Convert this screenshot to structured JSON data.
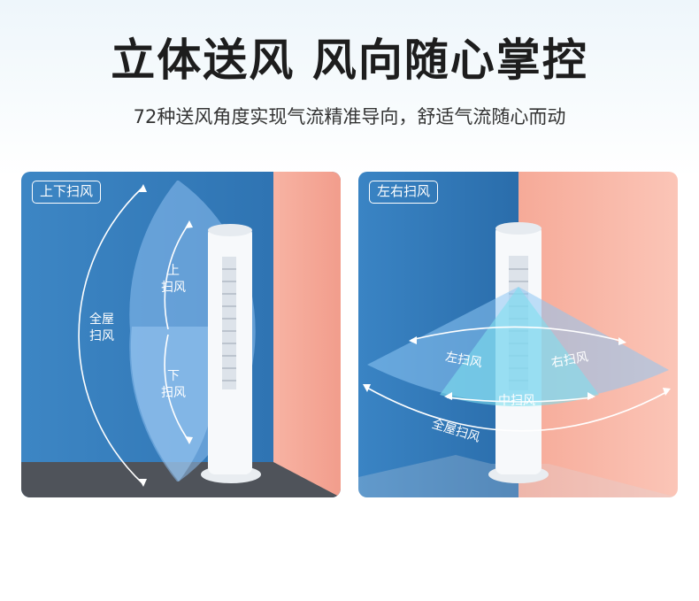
{
  "header": {
    "title": "立体送风 风向随心掌控",
    "subtitle": "72种送风角度实现气流精准导向，舒适气流随心而动"
  },
  "panel_left": {
    "tag": "上下扫风",
    "label_whole_room_1": "全屋",
    "label_whole_room_2": "扫风",
    "label_up_1": "上",
    "label_up_2": "扫风",
    "label_down_1": "下",
    "label_down_2": "扫风"
  },
  "panel_right": {
    "tag": "左右扫风",
    "label_left": "左扫风",
    "label_right": "右扫风",
    "label_center": "中扫风",
    "label_whole_room": "全屋扫风"
  },
  "colors": {
    "wall_blue": "#3b83c0",
    "wall_pink": "#f3a697",
    "floor": "#4d5158",
    "airflow_blue": "#7fb6ec",
    "airflow_cyan": "#7fdcec"
  }
}
